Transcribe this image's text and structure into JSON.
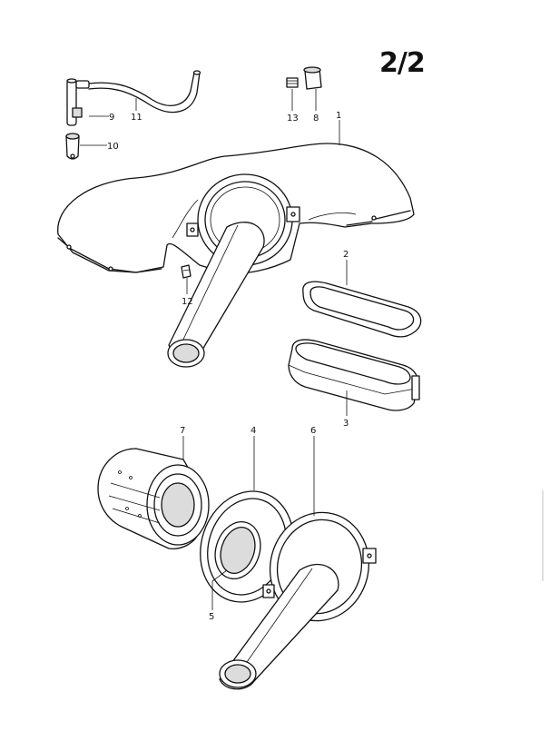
{
  "page_id": "2/2",
  "callouts": [
    "1",
    "2",
    "3",
    "4",
    "5",
    "6",
    "7",
    "8",
    "9",
    "10",
    "11",
    "12",
    "13"
  ],
  "colors": {
    "ink": "#111111",
    "paper": "#ffffff"
  }
}
